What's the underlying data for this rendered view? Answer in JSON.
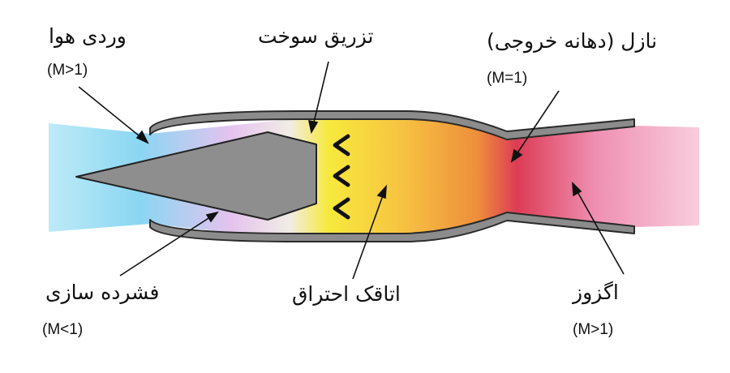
{
  "labels": {
    "air_intake": "وردی هوا",
    "air_intake_mach": "(M>1)",
    "fuel_injection": "تزریق سوخت",
    "nozzle": "نازل (دهانه خروجی)",
    "nozzle_mach": "(M=1)",
    "compression": "فشرده سازی",
    "compression_mach": "(M<1)",
    "combustion_chamber": "اتاقک احتراق",
    "exhaust": "اگزوز",
    "exhaust_mach": "(M>1)"
  },
  "colors": {
    "intake": "#7fd3ef",
    "compression": "#e6c6ee",
    "injection": "#f6ec3a",
    "combustion": "#f09a3a",
    "throat": "#dd3d55",
    "exhaust": "#f3a8c6",
    "body": "#8c8c8c",
    "outline": "#2a2a2a"
  }
}
